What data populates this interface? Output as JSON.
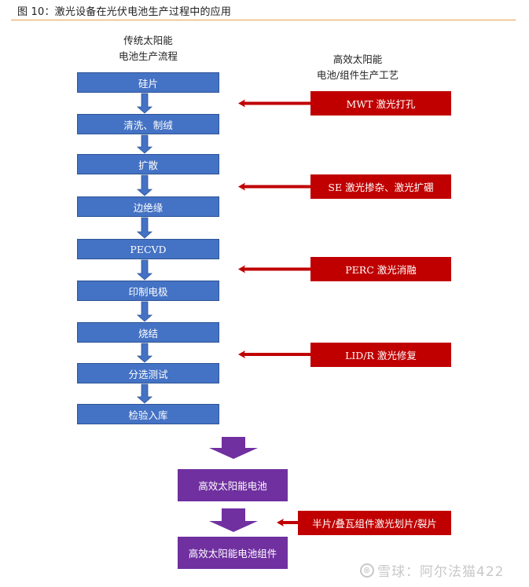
{
  "figure": {
    "title": "图 10：激光设备在光伏电池生产过程中的应用"
  },
  "left_column": {
    "header_line1": "传统太阳能",
    "header_line2": "电池生产流程",
    "steps": [
      {
        "label": "硅片"
      },
      {
        "label": "清洗、制绒"
      },
      {
        "label": "扩散"
      },
      {
        "label": "边绝缘"
      },
      {
        "label": "PECVD"
      },
      {
        "label": "印制电极"
      },
      {
        "label": "烧结"
      },
      {
        "label": "分选测试"
      },
      {
        "label": "检验入库"
      }
    ]
  },
  "right_column": {
    "header_line1": "高效太阳能",
    "header_line2": "电池/组件生产工艺",
    "processes": [
      {
        "label": "MWT 激光打孔",
        "points_between": [
          "硅片",
          "清洗、制绒"
        ]
      },
      {
        "label": "SE 激光掺杂、激光扩硼",
        "points_between": [
          "扩散",
          "边绝缘"
        ]
      },
      {
        "label": "PERC 激光消融",
        "points_between": [
          "PECVD",
          "印制电极"
        ]
      },
      {
        "label": "LID/R 激光修复",
        "points_between": [
          "烧结",
          "分选测试"
        ]
      }
    ]
  },
  "bottom_flow": {
    "outputs": [
      {
        "label": "高效太阳能电池"
      },
      {
        "label": "高效太阳能电池组件"
      }
    ],
    "module_process": {
      "label": "半片/叠瓦组件激光划片/裂片"
    }
  },
  "watermark": {
    "text": "雪球：阿尔法猫422"
  },
  "colors": {
    "step_box": "#4472c4",
    "laser_process": "#c00000",
    "output_box": "#7030a0",
    "title_rule": "#e8a04a"
  }
}
